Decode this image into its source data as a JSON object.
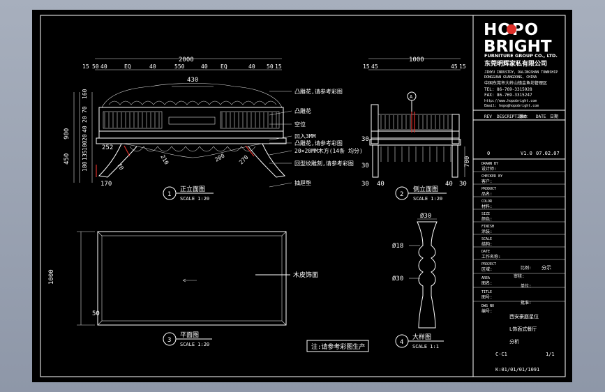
{
  "brand": {
    "logo_line1": "HOPO",
    "logo_line2": "BRIGHT",
    "logo_line3": "FURNITURE GROUP CO., LTD.",
    "company_cn": "东莞明辉家私有限公司",
    "address_en1": "JINYU INDUSTRY, DALINGSHAN TOWNSHIP",
    "address_en2": "DONGGUAN GUANGDONG, CHINA",
    "address_cn": "中国东莞市大岭山镇金鱼坊管理区",
    "tel": "TEL: 86-769-3315928",
    "fax": "FAX: 86-769-3315247",
    "web": "http://www.hopobright.com",
    "email": "Email: hopo@hopobright.com"
  },
  "title_block": {
    "rev_header": [
      "REV",
      "DESCRIPTION",
      "版本",
      "DATE",
      "日期"
    ],
    "rev_rows": [
      {
        "rev": "0",
        "ver": "V1.0",
        "date": "07.02.07"
      }
    ],
    "fields": [
      "设计师:",
      "客户:",
      "品名:",
      "材料:",
      "颜色:",
      "涂装:",
      "结构:",
      "工作名称:",
      "区域:",
      "图名:",
      "图号:",
      "编号:"
    ],
    "field_values": {
      "name": "西安豪庭星位",
      "area": "L饰面式餐厅",
      "draw": "分析",
      "drawing_no": "C-C1",
      "sheet": "1/1",
      "code": "K:01/01/01/1091"
    },
    "row_labels": [
      "DRAWN BY",
      "CHECKED BY",
      "PRODUCT",
      "COLOR",
      "SIZE",
      "FINISH",
      "SCALE",
      "DATE",
      "PROJECT",
      "AREA",
      "TITLE",
      "DWG NO"
    ],
    "checked": "审核:",
    "approved": "批准:",
    "ratio_label": "比例:",
    "ratio_value": "分示",
    "unit_label": "单位:"
  },
  "views": {
    "front": {
      "num": "1",
      "title": "正立面图",
      "scale": "SCALE 1:20"
    },
    "side": {
      "num": "2",
      "title": "侧立面图",
      "scale": "SCALE 1:20"
    },
    "plan": {
      "num": "3",
      "title": "平面图",
      "scale": "SCALE 1:20"
    },
    "detail": {
      "num": "4",
      "title": "大样图",
      "scale": "SCALE 1:1"
    }
  },
  "dims_front": {
    "overall": "2000",
    "segments": [
      "15",
      "50",
      "40",
      "EQ",
      "40",
      "550",
      "40",
      "EQ",
      "40",
      "50",
      "15"
    ],
    "inner": "430",
    "left_v": [
      "160",
      "70",
      "20",
      "40",
      "20",
      "100",
      "135",
      "180"
    ],
    "left_total": [
      "900",
      "450"
    ],
    "bottom": [
      "170",
      "252",
      "70",
      "210",
      "270",
      "200"
    ]
  },
  "dims_side": {
    "overall": "1000",
    "left": [
      "15",
      "45"
    ],
    "right": [
      "45",
      "15"
    ],
    "left_v": [
      "30"
    ],
    "bottom_v": [
      "30"
    ],
    "bottom": [
      "30",
      "40",
      "40",
      "30"
    ],
    "right_v": [
      "700"
    ],
    "marker": "A"
  },
  "dims_plan": {
    "left": "1000",
    "corner": "50"
  },
  "dims_detail": {
    "top": "Ø30",
    "mid": "Ø18",
    "low": "Ø30"
  },
  "callouts_front": [
    "凸雕花,请参考彩图",
    "凸雕花",
    "空位",
    "凹入3MM",
    "凸雕花,请参考彩图",
    "20×20MM木方(14条 均分)",
    "回型纹雕刻,请参考彩图",
    "抽屉垫"
  ],
  "plan_callout": "木皮饰面",
  "note": "注:请参考彩图生产",
  "colors": {
    "sheet": "#000000",
    "line": "#ffffff",
    "accent": "#e0302a"
  }
}
